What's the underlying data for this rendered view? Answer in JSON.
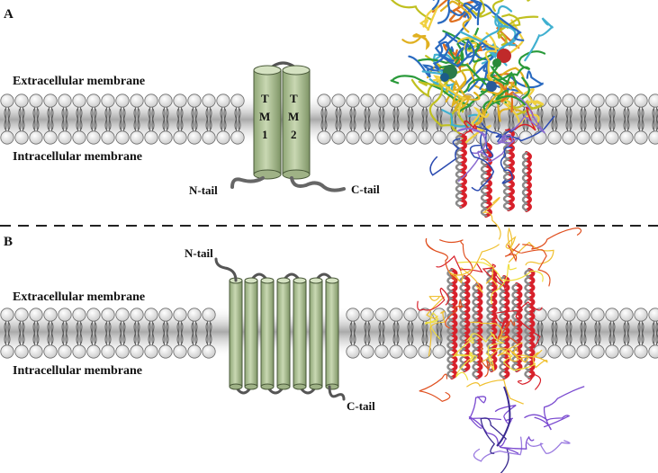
{
  "panels": [
    {
      "letter": "A",
      "extracellular_label": "Extracellular membrane",
      "intracellular_label": "Intracellular membrane",
      "helix_labels": [
        [
          "T",
          "M",
          "1"
        ],
        [
          "T",
          "M",
          "2"
        ]
      ],
      "n_tail_label": "N-tail",
      "c_tail_label": "C-tail"
    },
    {
      "letter": "B",
      "extracellular_label": "Extracellular membrane",
      "intracellular_label": "Intracellular membrane",
      "n_tail_label": "N-tail",
      "c_tail_label": "C-tail"
    }
  ],
  "colors": {
    "helix_fill": "#b5c79a",
    "helix_stroke": "#4a5a3a",
    "lipid_head": "#f2f2f2",
    "membrane_band": "#bdbdbd",
    "protein_helix": "#d8202a",
    "divider": "#222222"
  }
}
